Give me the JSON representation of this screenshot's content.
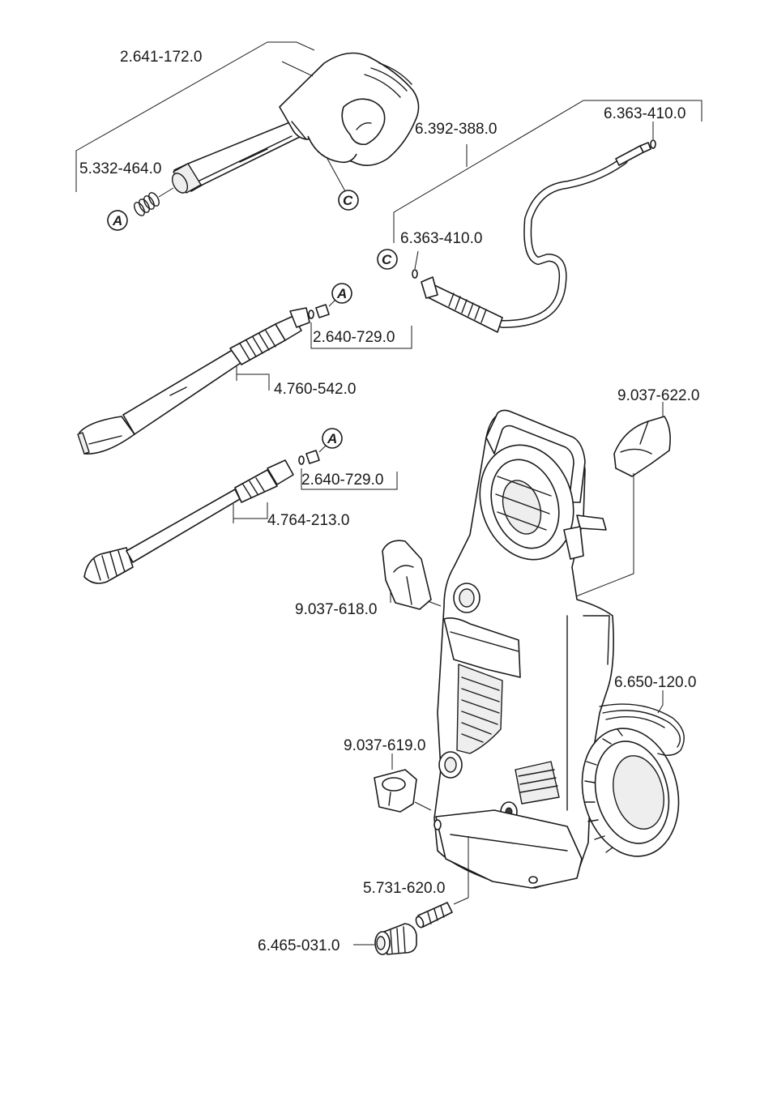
{
  "part_numbers": {
    "trigger_gun": "2.641-172.0",
    "spring": "5.332-464.0",
    "hose": "6.392-388.0",
    "o_ring_hose_end": "6.363-410.0",
    "o_ring_hose_gun": "6.363-410.0",
    "lance_adapter_1": "2.640-729.0",
    "vario_lance": "4.760-542.0",
    "lance_adapter_2": "2.640-729.0",
    "dirt_blaster": "4.764-213.0",
    "holder_top": "9.037-622.0",
    "holder_left": "9.037-618.0",
    "hose_reel_hose": "6.650-120.0",
    "holder_front": "9.037-619.0",
    "water_inlet": "5.731-620.0",
    "coupling": "6.465-031.0"
  },
  "callouts": {
    "a1": "A",
    "a2": "A",
    "a3": "A",
    "c1": "C",
    "c2": "C"
  }
}
